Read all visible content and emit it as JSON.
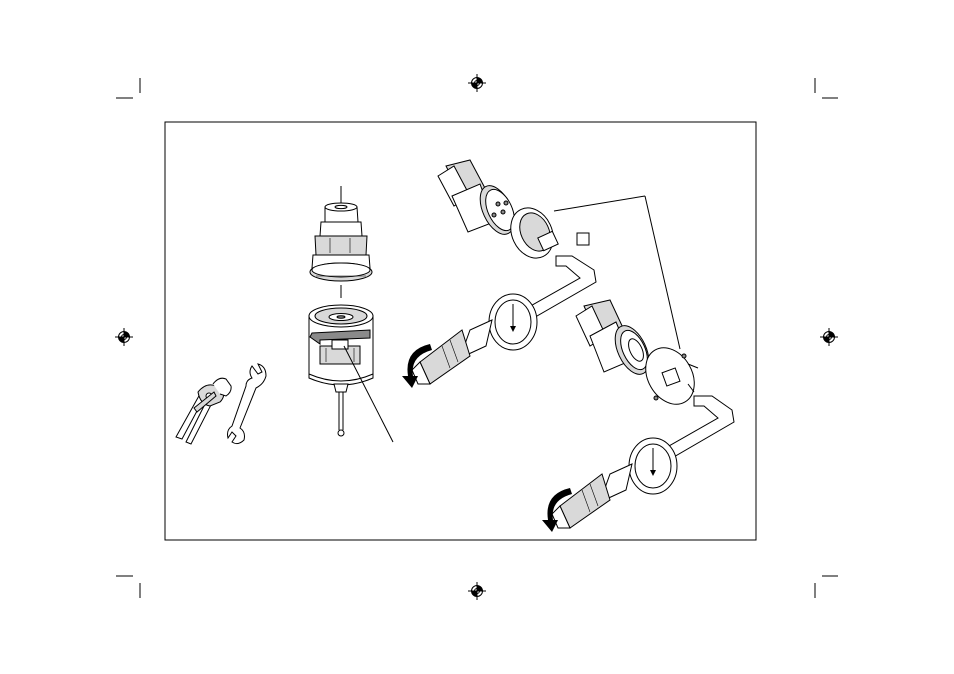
{
  "page": {
    "background": "#ffffff",
    "line_color": "#000000"
  },
  "figure": {
    "callout_box_label": "",
    "icons": [
      "registration-mark",
      "crop-mark",
      "pliers",
      "open-end-wrench",
      "probe-holder",
      "probe-insert",
      "torque-wrench",
      "rotation-arrow"
    ]
  }
}
